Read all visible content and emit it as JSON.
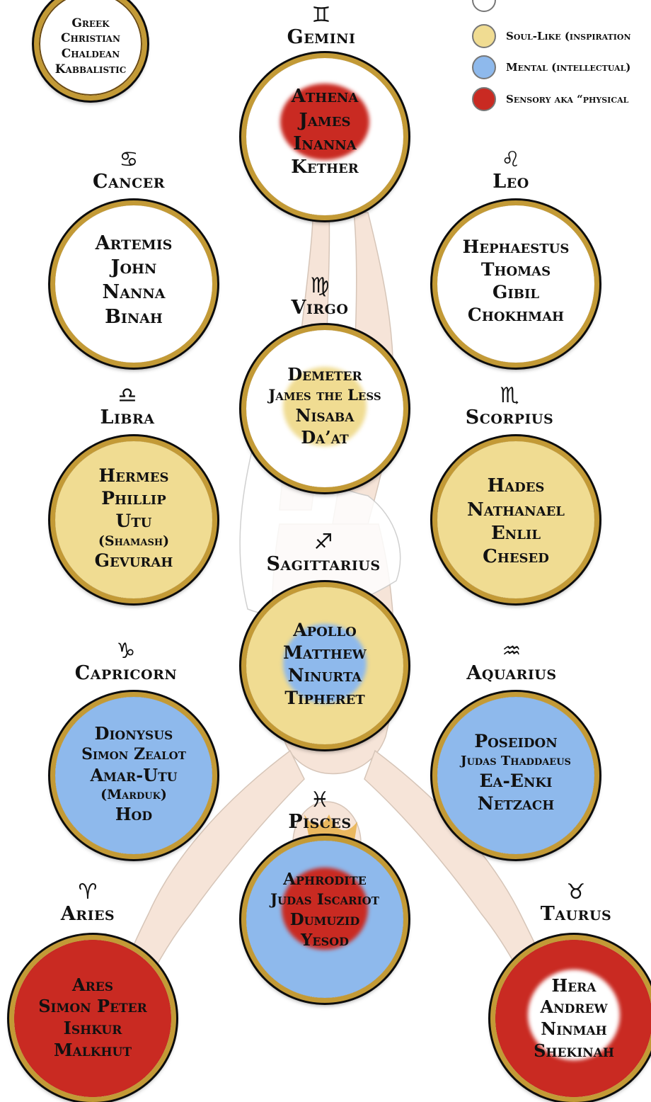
{
  "colors": {
    "gold": "#c39a36",
    "white": "#ffffff",
    "soul": "#f0dc92",
    "mental": "#8eb9ec",
    "sensory": "#c92a22"
  },
  "legend": {
    "key_lines": [
      "Greek",
      "Christian",
      "Chaldean",
      "Kabbalistic"
    ],
    "items": [
      {
        "label": "Soul-Like (inspiration",
        "color": "#f0dc92"
      },
      {
        "label": "Mental (intellectual)",
        "color": "#8eb9ec"
      },
      {
        "label": "Sensory aka “physical",
        "color": "#c92a22"
      }
    ]
  },
  "signs": {
    "gemini": {
      "glyph": "♊",
      "label": "Gemini",
      "names": [
        "Athena",
        "James",
        "Inanna",
        "Kether"
      ],
      "fill": "white",
      "core": "red"
    },
    "cancer": {
      "glyph": "♋",
      "label": "Cancer",
      "names": [
        "Artemis",
        "John",
        "Nanna",
        "Binah"
      ],
      "fill": "white"
    },
    "leo": {
      "glyph": "♌",
      "label": "Leo",
      "names": [
        "Hephaestus",
        "Thomas",
        "Gibil",
        "Chokhmah"
      ],
      "fill": "white"
    },
    "virgo": {
      "glyph": "♍",
      "label": "Virgo",
      "names": [
        "Demeter",
        "James the Less",
        "Nisaba",
        "Da’at"
      ],
      "fill": "white",
      "core": "yellow"
    },
    "libra": {
      "glyph": "♎",
      "label": "Libra",
      "names": [
        "Hermes",
        "Phillip",
        "Utu",
        "(Shamash)",
        "Gevurah"
      ],
      "fill": "yellow"
    },
    "scorpius": {
      "glyph": "♏",
      "label": "Scorpius",
      "names": [
        "Hades",
        "Nathanael",
        "Enlil",
        "Chesed"
      ],
      "fill": "yellow"
    },
    "sagittarius": {
      "glyph": "♐",
      "label": "Sagittarius",
      "names": [
        "Apollo",
        "Matthew",
        "Ninurta",
        "Tipheret"
      ],
      "fill": "yellow",
      "core": "blue"
    },
    "capricorn": {
      "glyph": "♑",
      "label": "Capricorn",
      "names": [
        "Dionysus",
        "Simon Zealot",
        "Amar-Utu",
        "(Marduk)",
        "Hod"
      ],
      "fill": "blue"
    },
    "aquarius": {
      "glyph": "♒",
      "label": "Aquarius",
      "names": [
        "Poseidon",
        "Judas Thaddaeus",
        "Ea-Enki",
        "Netzach"
      ],
      "fill": "blue"
    },
    "pisces": {
      "glyph": "♓",
      "label": "Pisces",
      "names": [
        "Aphrodite",
        "Judas Iscariot",
        "Dumuzid",
        "Yesod"
      ],
      "fill": "blue",
      "core": "red"
    },
    "aries": {
      "glyph": "♈",
      "label": "Aries",
      "names": [
        "Ares",
        "Simon Peter",
        "Ishkur",
        "Malkhut"
      ],
      "fill": "red"
    },
    "taurus": {
      "glyph": "♉",
      "label": "Taurus",
      "names": [
        "Hera",
        "Andrew",
        "Ninmah",
        "Shekinah"
      ],
      "fill": "red",
      "core": "white"
    }
  }
}
